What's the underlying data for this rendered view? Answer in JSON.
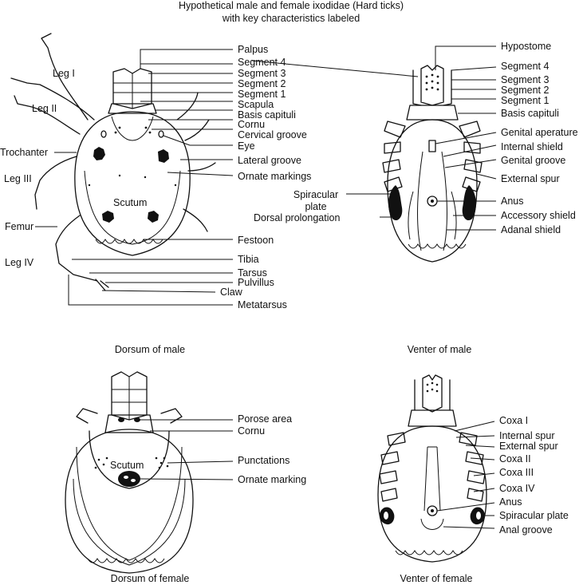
{
  "title": {
    "line1": "Hypothetical male and female ixodidae (Hard ticks)",
    "line2": "with key characteristics labeled"
  },
  "captions": {
    "dorsum_male": "Dorsum of male",
    "venter_male": "Venter of male",
    "dorsum_female": "Dorsum of female",
    "venter_female": "Venter of female"
  },
  "dorsum_male": {
    "inner": {
      "leg1": "Leg I",
      "leg2": "Leg II",
      "scutum": "Scutum"
    },
    "left": {
      "trochanter": "Trochanter",
      "leg3": "Leg III",
      "femur": "Femur",
      "leg4": "Leg IV"
    },
    "right": {
      "palpus": "Palpus",
      "segment4": "Segment 4",
      "segment3": "Segment 3",
      "segment2": "Segment 2",
      "segment1": "Segment 1",
      "scapula": "Scapula",
      "basis_capituli": "Basis capituli",
      "cornu": "Cornu",
      "cervical_groove": "Cervical groove",
      "eye": "Eye",
      "lateral_groove": "Lateral groove",
      "ornate_markings": "Ornate markings",
      "festoon": "Festoon",
      "tibia": "Tibia",
      "tarsus": "Tarsus",
      "pulvillus": "Pulvillus",
      "claw": "Claw",
      "metatarsus": "Metatarsus"
    }
  },
  "venter_male": {
    "right": {
      "hypostome": "Hypostome",
      "segment4": "Segment 4",
      "segment3": "Segment 3",
      "segment2": "Segment 2",
      "segment1": "Segment 1",
      "basis_capituli": "Basis capituli",
      "genital_aperature": "Genital aperature",
      "internal_shield": "Internal shield",
      "genital_groove": "Genital groove",
      "external_spur": "External spur",
      "anus": "Anus",
      "accessory_shield": "Accessory shield",
      "adanal_shield": "Adanal shield"
    },
    "left": {
      "spiracular_line1": "Spiracular",
      "spiracular_line2": "plate",
      "dorsal_prolongation": "Dorsal prolongation"
    }
  },
  "dorsum_female": {
    "inner": {
      "scutum": "Scutum"
    },
    "right": {
      "porose_area": "Porose area",
      "cornu": "Cornu",
      "punctations": "Punctations",
      "ornate_marking": "Ornate marking"
    }
  },
  "venter_female": {
    "right": {
      "coxa1": "Coxa I",
      "internal_spur": "Internal spur",
      "external_spur": "External spur",
      "coxa2": "Coxa II",
      "coxa3": "Coxa III",
      "coxa4": "Coxa IV",
      "anus": "Anus",
      "spiracular_plate": "Spiracular plate",
      "anal_groove": "Anal groove"
    }
  }
}
